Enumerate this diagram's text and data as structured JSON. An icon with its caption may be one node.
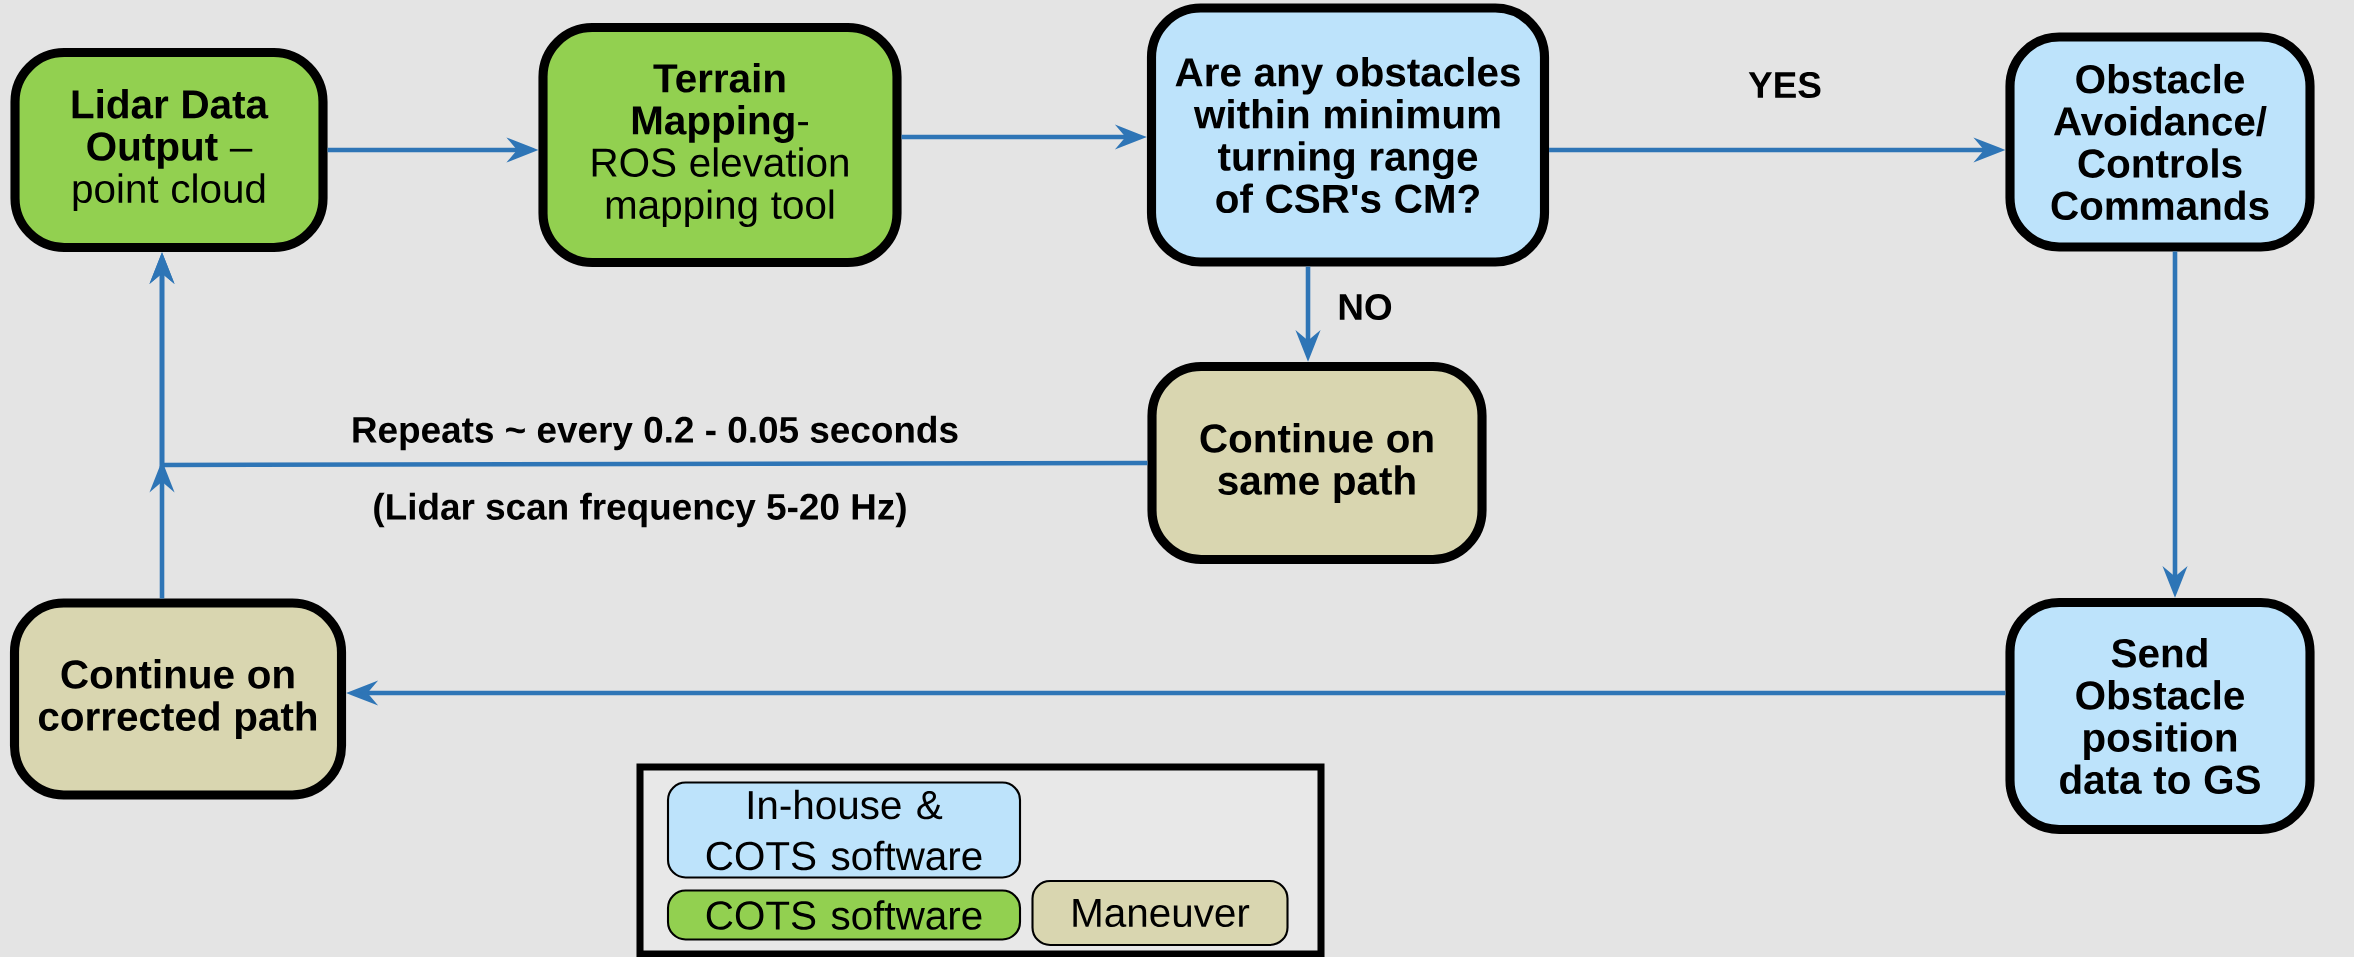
{
  "diagram": {
    "nodes": [
      {
        "text": [
          "**Lidar Data Output** – point cloud"
        ]
      },
      {
        "text": [
          "**Terrain Mapping**- ROS elevation mapping tool"
        ]
      },
      {
        "text": [
          "Are any obstacles within minimum turning range of CSR's CM?"
        ]
      },
      {
        "text": [
          "Obstacle Avoidance/ Controls Commands"
        ]
      },
      {
        "text": [
          "Continue on same path"
        ]
      },
      {
        "text": [
          "Send Obstacle position data to GS"
        ]
      },
      {
        "text": [
          "Continue on corrected path"
        ]
      }
    ],
    "edges": [
      {
        "from": 0,
        "to": 1,
        "arrow": "to"
      },
      {
        "from": 1,
        "to": 2,
        "arrow": "to"
      },
      {
        "from": 2,
        "to": 3,
        "arrow": "to",
        "label": "YES"
      },
      {
        "from": 2,
        "to": 4,
        "arrow": "to",
        "label": "NO"
      },
      {
        "from": 4,
        "to": 0,
        "arrow": "to",
        "label": "Repeats ~ every 0.2 - 0.05 seconds"
      },
      {
        "from": 3,
        "to": 5,
        "arrow": "to"
      },
      {
        "from": 5,
        "to": 6,
        "arrow": "to"
      },
      {
        "from": 6,
        "to": 0,
        "arrow": "to"
      }
    ],
    "labels": [
      "(Lidar scan frequency 5-20 Hz)"
    ],
    "legend": [
      {
        "text": "In-house & COTS software",
        "color": "#bde3fb"
      },
      {
        "text": "COTS software",
        "color": "#92d050"
      },
      {
        "text": "Maneuver",
        "color": "#d9d6b0"
      }
    ]
  }
}
